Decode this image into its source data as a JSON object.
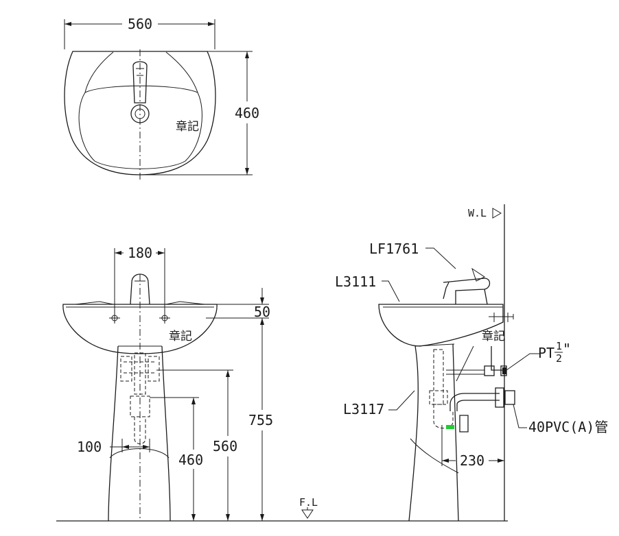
{
  "top_view": {
    "width_dim": "560",
    "depth_dim": "460",
    "stamp_label": "章記"
  },
  "front_view": {
    "hole_spacing_dim": "180",
    "rim_dim": "50",
    "total_height_dim": "755",
    "drain_height_dim": "560",
    "trap_height_dim": "460",
    "pedestal_width_dim": "100",
    "stamp_label": "章記",
    "floor_label": "F.L"
  },
  "side_view": {
    "wall_label": "W.L",
    "faucet_model": "LF1761",
    "basin_model": "L3111",
    "pedestal_model": "L3117",
    "supply_label_prefix": "PT",
    "supply_fraction_num": "1",
    "supply_fraction_den": "2",
    "supply_label_suffix": "\"",
    "drain_label": "40PVC(A)管",
    "wall_offset_dim": "230",
    "stamp_label": "章記"
  },
  "colors": {
    "line": "#1a1a1a",
    "highlight": "#22cc33"
  }
}
